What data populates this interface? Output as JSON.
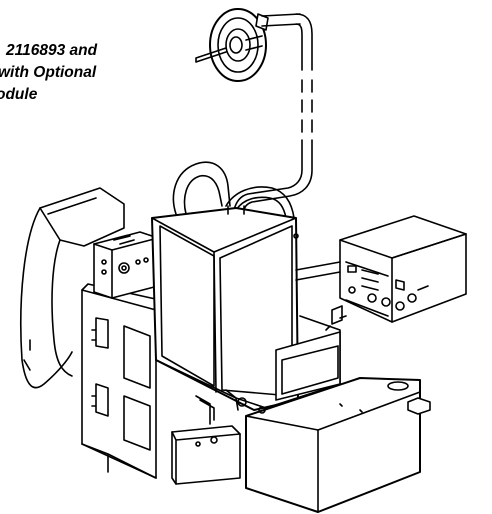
{
  "caption": {
    "line1": "2116893 and",
    "line2": "with Optional",
    "line3": "odule"
  },
  "colors": {
    "ink": "#000000",
    "paper": "#ffffff"
  }
}
